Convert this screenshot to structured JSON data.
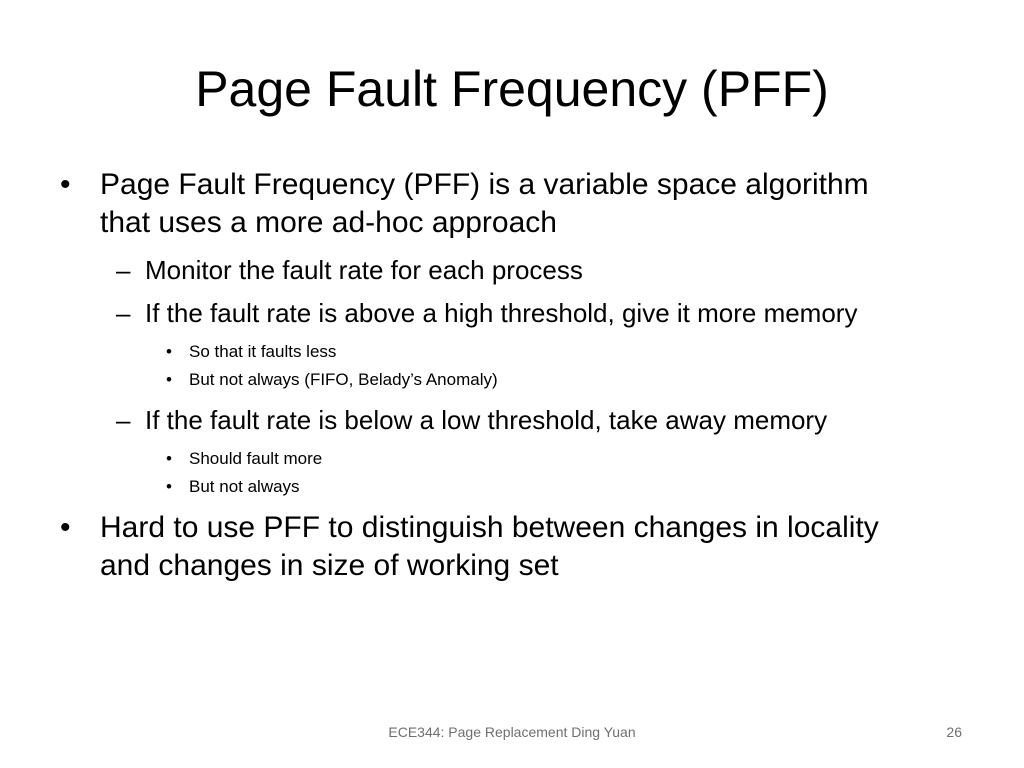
{
  "slide": {
    "title": "Page Fault Frequency (PFF)",
    "bullets": [
      {
        "symbol": "•",
        "text": "Page Fault Frequency (PFF) is a variable space algorithm that uses a more ad-hoc approach",
        "sub": [
          {
            "symbol": "–",
            "text": "Monitor the fault rate for each process",
            "sub": []
          },
          {
            "symbol": "–",
            "text": "If the fault rate is above a high threshold, give it more memory",
            "sub": [
              {
                "symbol": "•",
                "text": "So that it faults less"
              },
              {
                "symbol": "•",
                "text": "But not always (FIFO, Belady’s Anomaly)"
              }
            ]
          },
          {
            "symbol": "–",
            "text": "If the fault rate is below a low threshold, take away memory",
            "sub": [
              {
                "symbol": "•",
                "text": "Should fault more"
              },
              {
                "symbol": "•",
                "text": "But not always"
              }
            ]
          }
        ]
      },
      {
        "symbol": "•",
        "text": "Hard to use PFF to distinguish between changes in locality and changes in size of working set",
        "sub": []
      }
    ]
  },
  "footer": {
    "center_text": "ECE344: Page Replacement Ding Yuan",
    "page_number": "26"
  }
}
